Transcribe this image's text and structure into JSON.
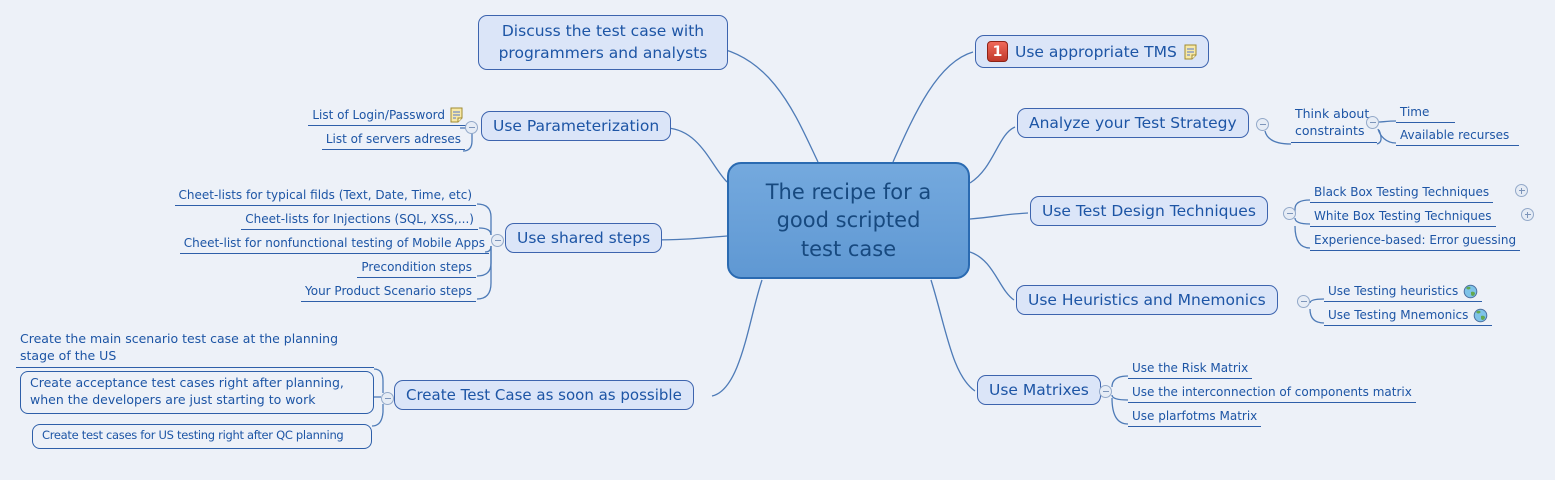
{
  "center": {
    "label": "The recipe for a\ngood scripted\ntest case"
  },
  "left": {
    "discuss": {
      "label": "Discuss the test case with programmers and analysts"
    },
    "parameterization": {
      "label": "Use Parameterization",
      "children": {
        "login": {
          "label": "List of Login/Password",
          "icon": "note-icon"
        },
        "servers": {
          "label": "List of servers adreses"
        }
      }
    },
    "shared": {
      "label": "Use shared steps",
      "children": {
        "typical": {
          "label": "Cheet-lists for typical filds (Text, Date, Time, etc)"
        },
        "injections": {
          "label": "Cheet-lists for Injections (SQL, XSS,...)"
        },
        "mobile": {
          "label": "Cheet-list for nonfunctional testing of Mobile Apps"
        },
        "precond": {
          "label": "Precondition steps"
        },
        "scenario": {
          "label": "Your Product Scenario steps"
        }
      }
    },
    "asap": {
      "label": "Create Test Case as soon as possible",
      "children": {
        "main": {
          "label": "Create the main scenario test case at the planning stage of the US"
        },
        "acceptance": {
          "label": "Create acceptance test cases right after planning, when the developers are just starting to work"
        },
        "ustesting": {
          "label": "Create test cases for US testing  right after QC planning"
        }
      }
    }
  },
  "right": {
    "tms": {
      "badge": "1",
      "label": "Use appropriate TMS",
      "icon": "note-icon"
    },
    "strategy": {
      "label": "Analyze your Test Strategy",
      "children": {
        "think": {
          "label": "Think about constraints",
          "children": {
            "time": {
              "label": "Time"
            },
            "available": {
              "label": "Available recurses"
            }
          }
        }
      }
    },
    "design": {
      "label": "Use Test Design Techniques",
      "children": {
        "blackbox": {
          "label": "Black Box Testing Techniques",
          "icon": "expand-icon"
        },
        "whitebox": {
          "label": "White Box Testing Techniques",
          "icon": "expand-icon"
        },
        "experience": {
          "label": "Experience-based: Error guessing"
        }
      }
    },
    "heuristics": {
      "label": "Use Heuristics and Mnemonics",
      "children": {
        "heur": {
          "label": "Use Testing heuristics",
          "icon": "globe-icon"
        },
        "mnem": {
          "label": "Use Testing Mnemonics",
          "icon": "globe-icon"
        }
      }
    },
    "matrixes": {
      "label": "Use Matrixes",
      "children": {
        "risk": {
          "label": "Use the Risk Matrix"
        },
        "intercon": {
          "label": "Use the interconnection of components matrix"
        },
        "platforms": {
          "label": "Use plarfotms Matrix"
        }
      }
    }
  },
  "colors": {
    "background": "#edf1f8",
    "center_fill": "#69a1d9",
    "branch_fill": "#dbe5f8",
    "branch_border": "#3d64ae",
    "text": "#1d55a5",
    "connector": "#4e7bb7",
    "badge_red": "#c0392b"
  }
}
